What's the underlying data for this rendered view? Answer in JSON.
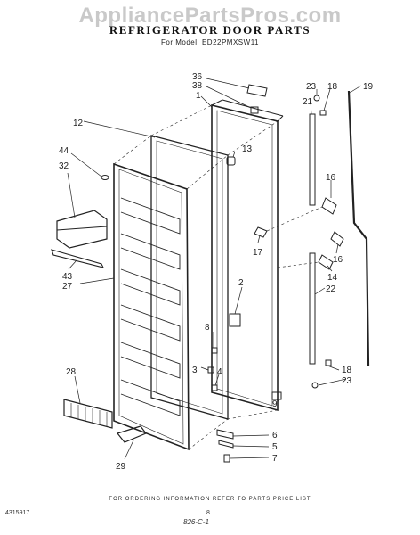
{
  "watermark": "AppliancePartsPros.com",
  "title": "REFRIGERATOR DOOR PARTS",
  "model_line": "For Model: ED22PMXSW11",
  "callouts": {
    "c36": "36",
    "c38": "38",
    "c1": "1",
    "c23a": "23",
    "c18a": "18",
    "c19": "19",
    "c21": "21",
    "c12": "12",
    "c13": "13",
    "c44": "44",
    "c32": "32",
    "c16a": "16",
    "c17": "17",
    "c16b": "16",
    "c14": "14",
    "c22": "22",
    "c43": "43",
    "c27": "27",
    "c2": "2",
    "c8": "8",
    "c3": "3",
    "c4": "4",
    "c18b": "18",
    "c23b": "23",
    "c28": "28",
    "c9": "9",
    "c6": "6",
    "c5": "5",
    "c7": "7",
    "c29": "29"
  },
  "footer_note": "FOR ORDERING INFORMATION REFER TO PARTS PRICE LIST",
  "doc_id": "4315917",
  "page_number": "8",
  "stamp": "826-C-1"
}
